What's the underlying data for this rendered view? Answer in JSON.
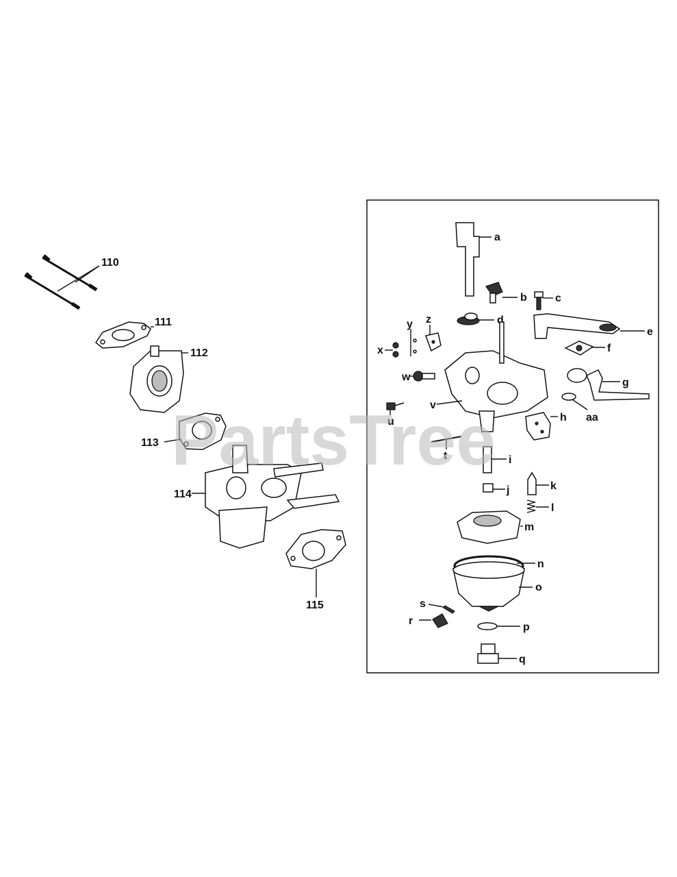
{
  "watermark": "PartsTree",
  "left_parts": [
    {
      "id": "p110",
      "label": "110"
    },
    {
      "id": "p111",
      "label": "111"
    },
    {
      "id": "p112",
      "label": "112"
    },
    {
      "id": "p113",
      "label": "113"
    },
    {
      "id": "p114",
      "label": "114"
    },
    {
      "id": "p115",
      "label": "115"
    }
  ],
  "detail_parts": [
    {
      "id": "a",
      "label": "a"
    },
    {
      "id": "b",
      "label": "b"
    },
    {
      "id": "c",
      "label": "c"
    },
    {
      "id": "d",
      "label": "d"
    },
    {
      "id": "e",
      "label": "e"
    },
    {
      "id": "f",
      "label": "f"
    },
    {
      "id": "g",
      "label": "g"
    },
    {
      "id": "aa",
      "label": "aa"
    },
    {
      "id": "h",
      "label": "h"
    },
    {
      "id": "i",
      "label": "i"
    },
    {
      "id": "j",
      "label": "j"
    },
    {
      "id": "k",
      "label": "k"
    },
    {
      "id": "l",
      "label": "l"
    },
    {
      "id": "m",
      "label": "m"
    },
    {
      "id": "n",
      "label": "n"
    },
    {
      "id": "o",
      "label": "o"
    },
    {
      "id": "p",
      "label": "p"
    },
    {
      "id": "q",
      "label": "q"
    },
    {
      "id": "r",
      "label": "r"
    },
    {
      "id": "s",
      "label": "s"
    },
    {
      "id": "t",
      "label": "t"
    },
    {
      "id": "u",
      "label": "u"
    },
    {
      "id": "v",
      "label": "v"
    },
    {
      "id": "w",
      "label": "w"
    },
    {
      "id": "x",
      "label": "x"
    },
    {
      "id": "y",
      "label": "y"
    },
    {
      "id": "z",
      "label": "z"
    }
  ]
}
